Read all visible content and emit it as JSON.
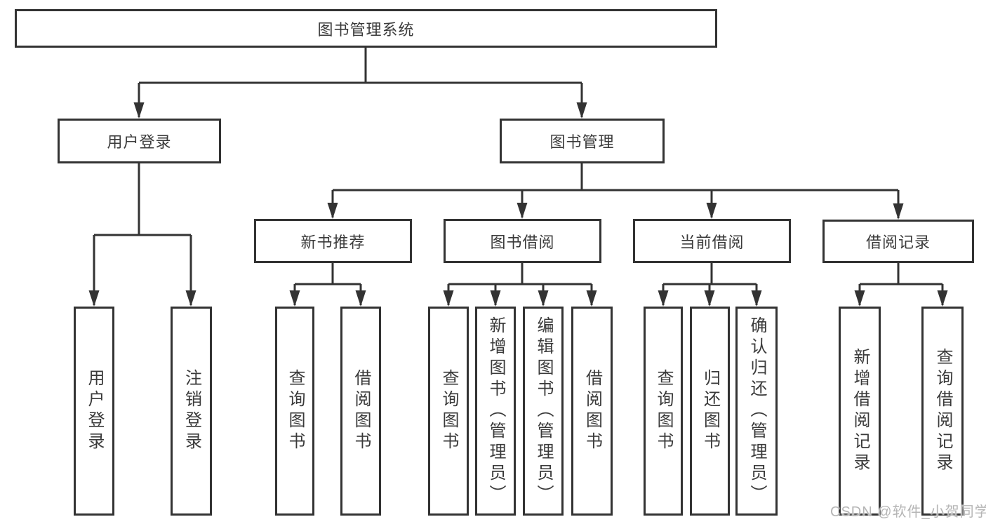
{
  "diagram": {
    "root": {
      "label": "图书管理系统"
    },
    "level2": [
      {
        "label": "用户登录",
        "children": [
          {
            "label": "用户登录"
          },
          {
            "label": "注销登录"
          }
        ]
      },
      {
        "label": "图书管理",
        "children": [
          {
            "label": "新书推荐",
            "children": [
              {
                "label": "查询图书"
              },
              {
                "label": "借阅图书"
              }
            ]
          },
          {
            "label": "图书借阅",
            "children": [
              {
                "label": "查询图书"
              },
              {
                "label": "新增图书（管理员）"
              },
              {
                "label": "编辑图书（管理员）"
              },
              {
                "label": "借阅图书"
              }
            ]
          },
          {
            "label": "当前借阅",
            "children": [
              {
                "label": "查询图书"
              },
              {
                "label": "归还图书"
              },
              {
                "label": "确认归还（管理员）"
              }
            ]
          },
          {
            "label": "借阅记录",
            "children": [
              {
                "label": "新增借阅记录"
              },
              {
                "label": "查询借阅记录"
              }
            ]
          }
        ]
      }
    ]
  },
  "watermark": {
    "text": "CSDN @软件_小贺同学"
  },
  "colors": {
    "line": "#333333",
    "box_border": "#333333",
    "text": "#3a3a3a",
    "watermark": "#b5b5b5",
    "background": "#ffffff"
  }
}
